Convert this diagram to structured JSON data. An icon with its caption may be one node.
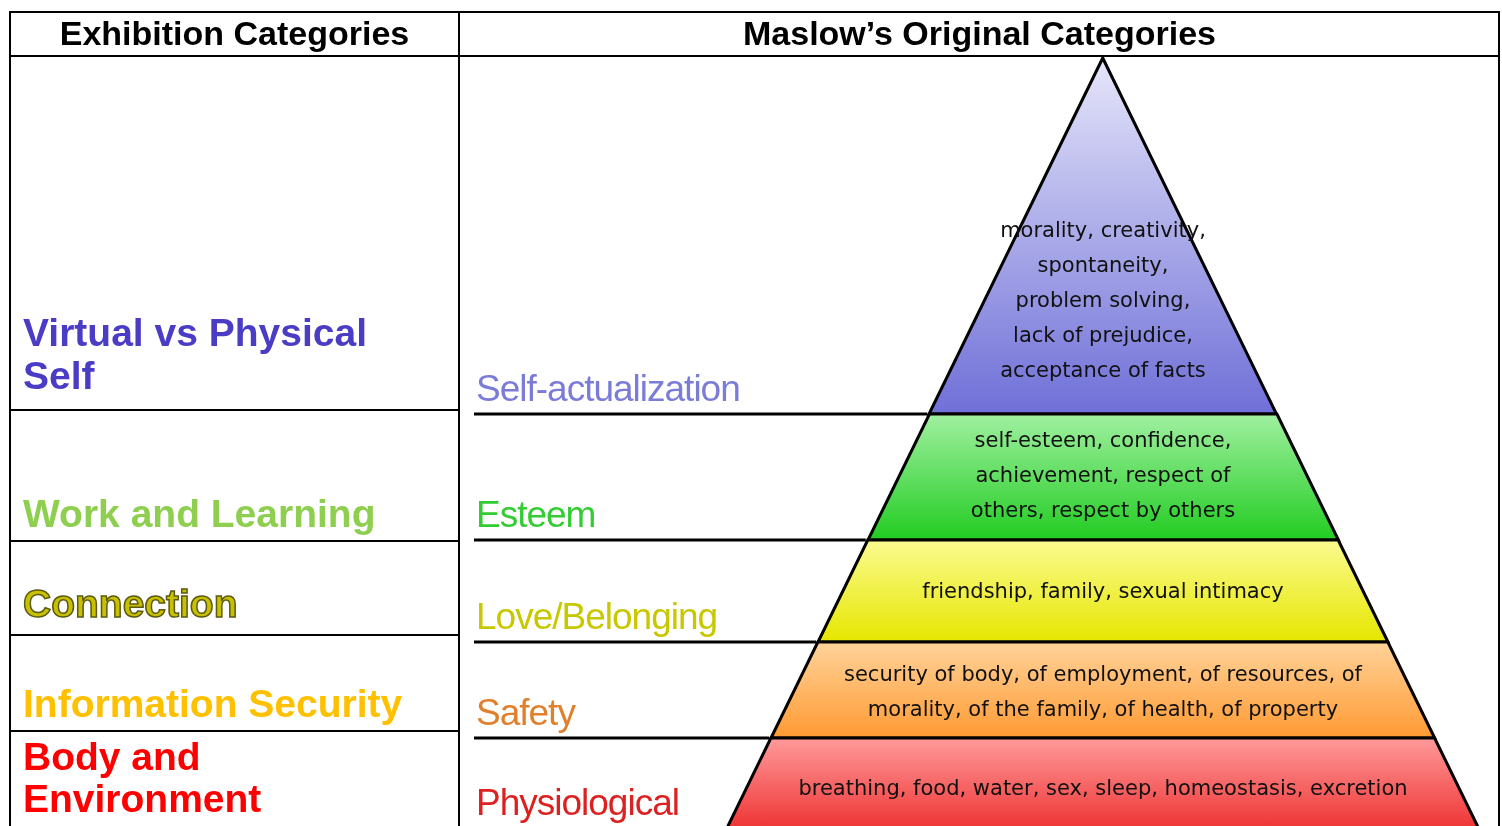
{
  "diagram": {
    "nodes": [
      {
        "text": [
          "morality, creativity, spontaneity, problem solving, lack of prejudice, acceptance of facts"
        ]
      },
      {
        "text": [
          "self-esteem, confidence, achievement, respect of others, respect by others"
        ]
      },
      {
        "text": [
          "friendship, family, sexual intimacy"
        ]
      },
      {
        "text": [
          "security of body, of employment, of resources, of morality, of the family, of health, of property"
        ]
      },
      {
        "text": [
          "breathing, food, water, sex, sleep, homeostasis, excretion"
        ]
      }
    ],
    "edges": [],
    "labels": [
      "Exhibition Categories",
      "Maslow’s Original Categories",
      "Virtual vs Physical Self",
      "Self-actualization",
      "Work and Learning",
      "Esteem",
      "Connection",
      "Love/Belonging",
      "Information Security",
      "Safety",
      "Body and Environment",
      "Physiological"
    ]
  }
}
